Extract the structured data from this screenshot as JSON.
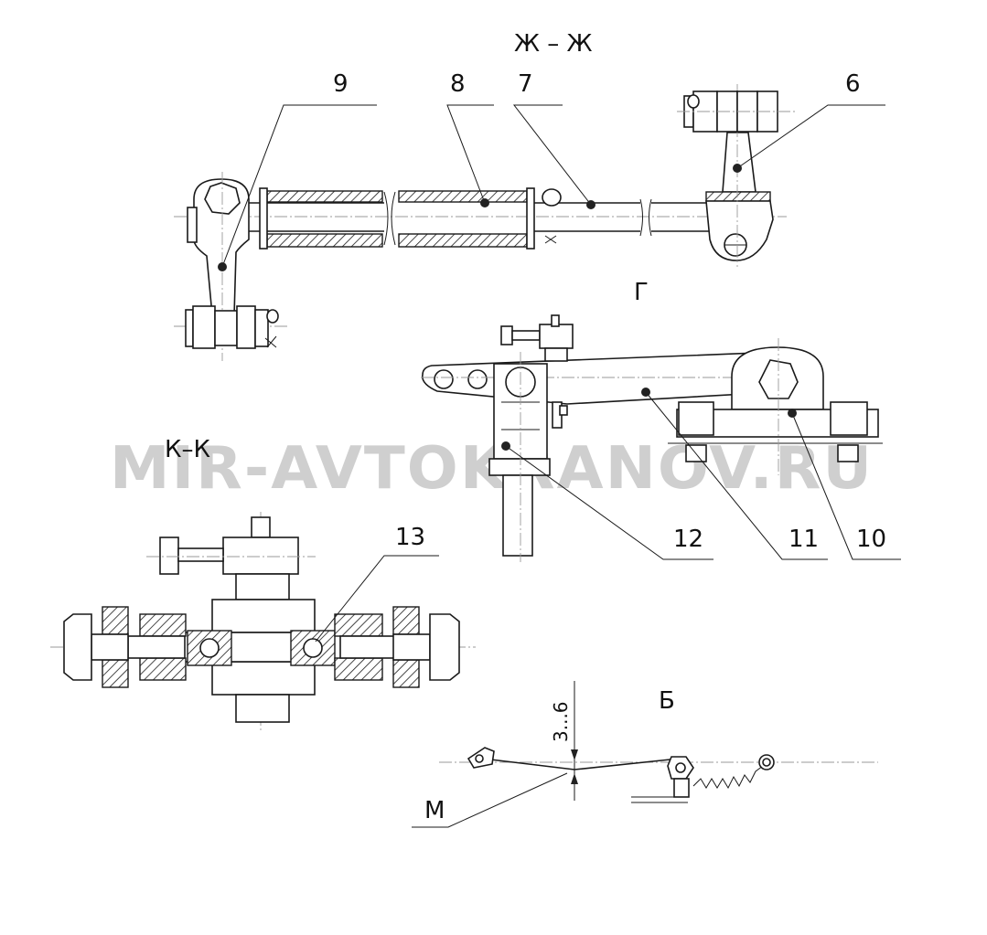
{
  "views": {
    "zh": "Ж – Ж",
    "g": "Г",
    "k": "К–К",
    "b": "Б"
  },
  "callouts": {
    "c9": "9",
    "c8": "8",
    "c7": "7",
    "c6": "6",
    "c10": "10",
    "c11": "11",
    "c12": "12",
    "c13": "13",
    "m": "М"
  },
  "dimension": "3...6",
  "watermark": "MIR-AVTOKRANOV.RU"
}
